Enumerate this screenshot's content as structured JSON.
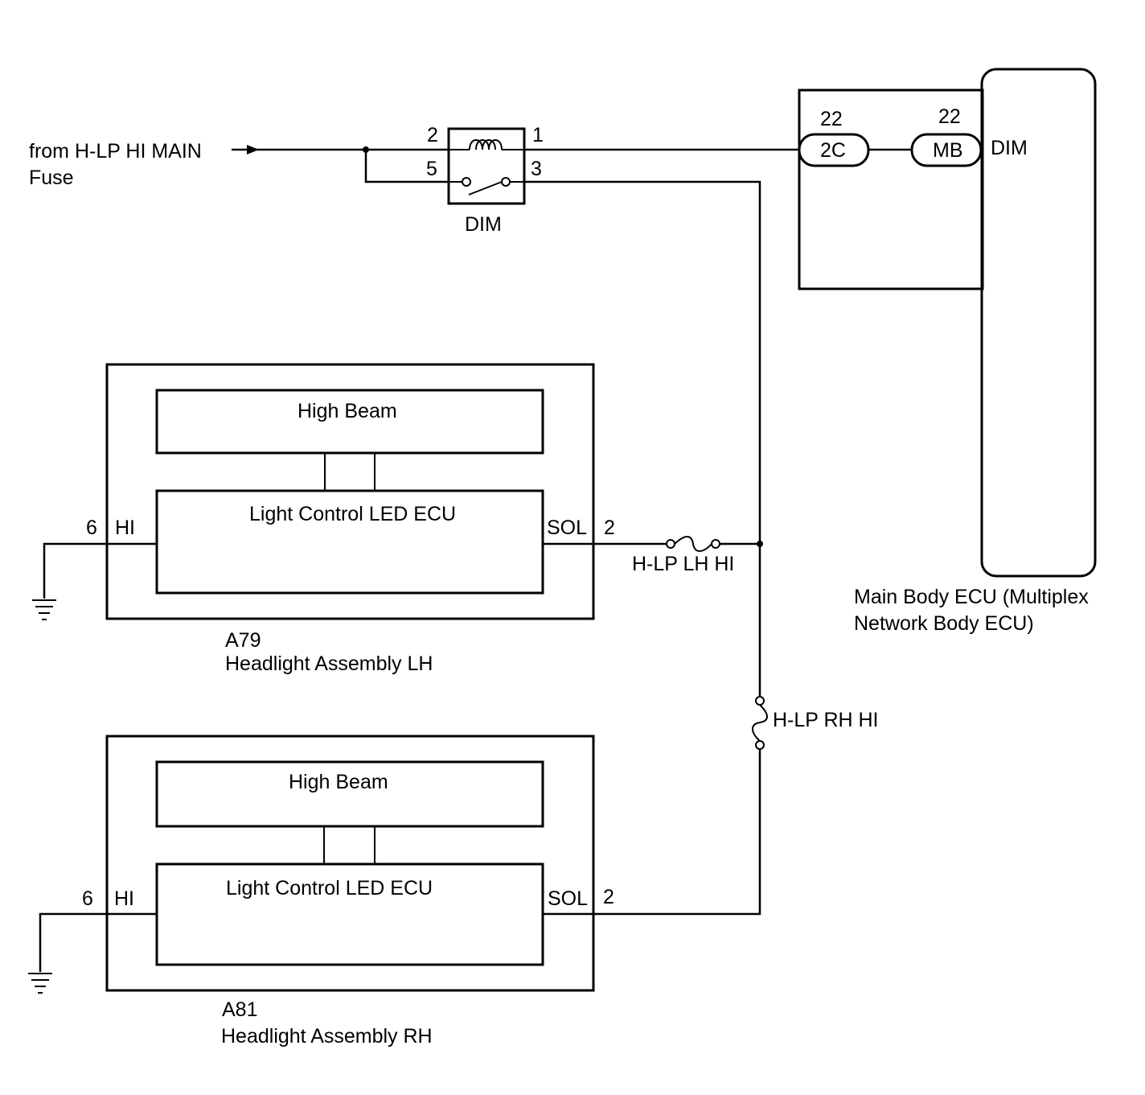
{
  "source": {
    "line1": "from H-LP HI MAIN",
    "line2": "Fuse"
  },
  "dim_relay": {
    "label": "DIM",
    "pin_2": "2",
    "pin_1": "1",
    "pin_5": "5",
    "pin_3": "3"
  },
  "main_body_ecu": {
    "connector_2c_pin": "22",
    "connector_2c": "2C",
    "connector_mb_pin": "22",
    "connector_mb": "MB",
    "terminal": "DIM",
    "label_line1": "Main Body ECU (Multiplex",
    "label_line2": "Network Body ECU)"
  },
  "headlight_lh": {
    "high_beam": "High Beam",
    "ecu": "Light Control LED ECU",
    "pin_hi_num": "6",
    "pin_hi": "HI",
    "pin_sol": "SOL",
    "pin_sol_num": "2",
    "code": "A79",
    "name": "Headlight Assembly LH"
  },
  "headlight_rh": {
    "high_beam": "High Beam",
    "ecu": "Light Control LED ECU",
    "pin_hi_num": "6",
    "pin_hi": "HI",
    "pin_sol": "SOL",
    "pin_sol_num": "2",
    "code": "A81",
    "name": "Headlight Assembly RH"
  },
  "fuses": {
    "lh": "H-LP LH HI",
    "rh": "H-LP RH HI"
  }
}
